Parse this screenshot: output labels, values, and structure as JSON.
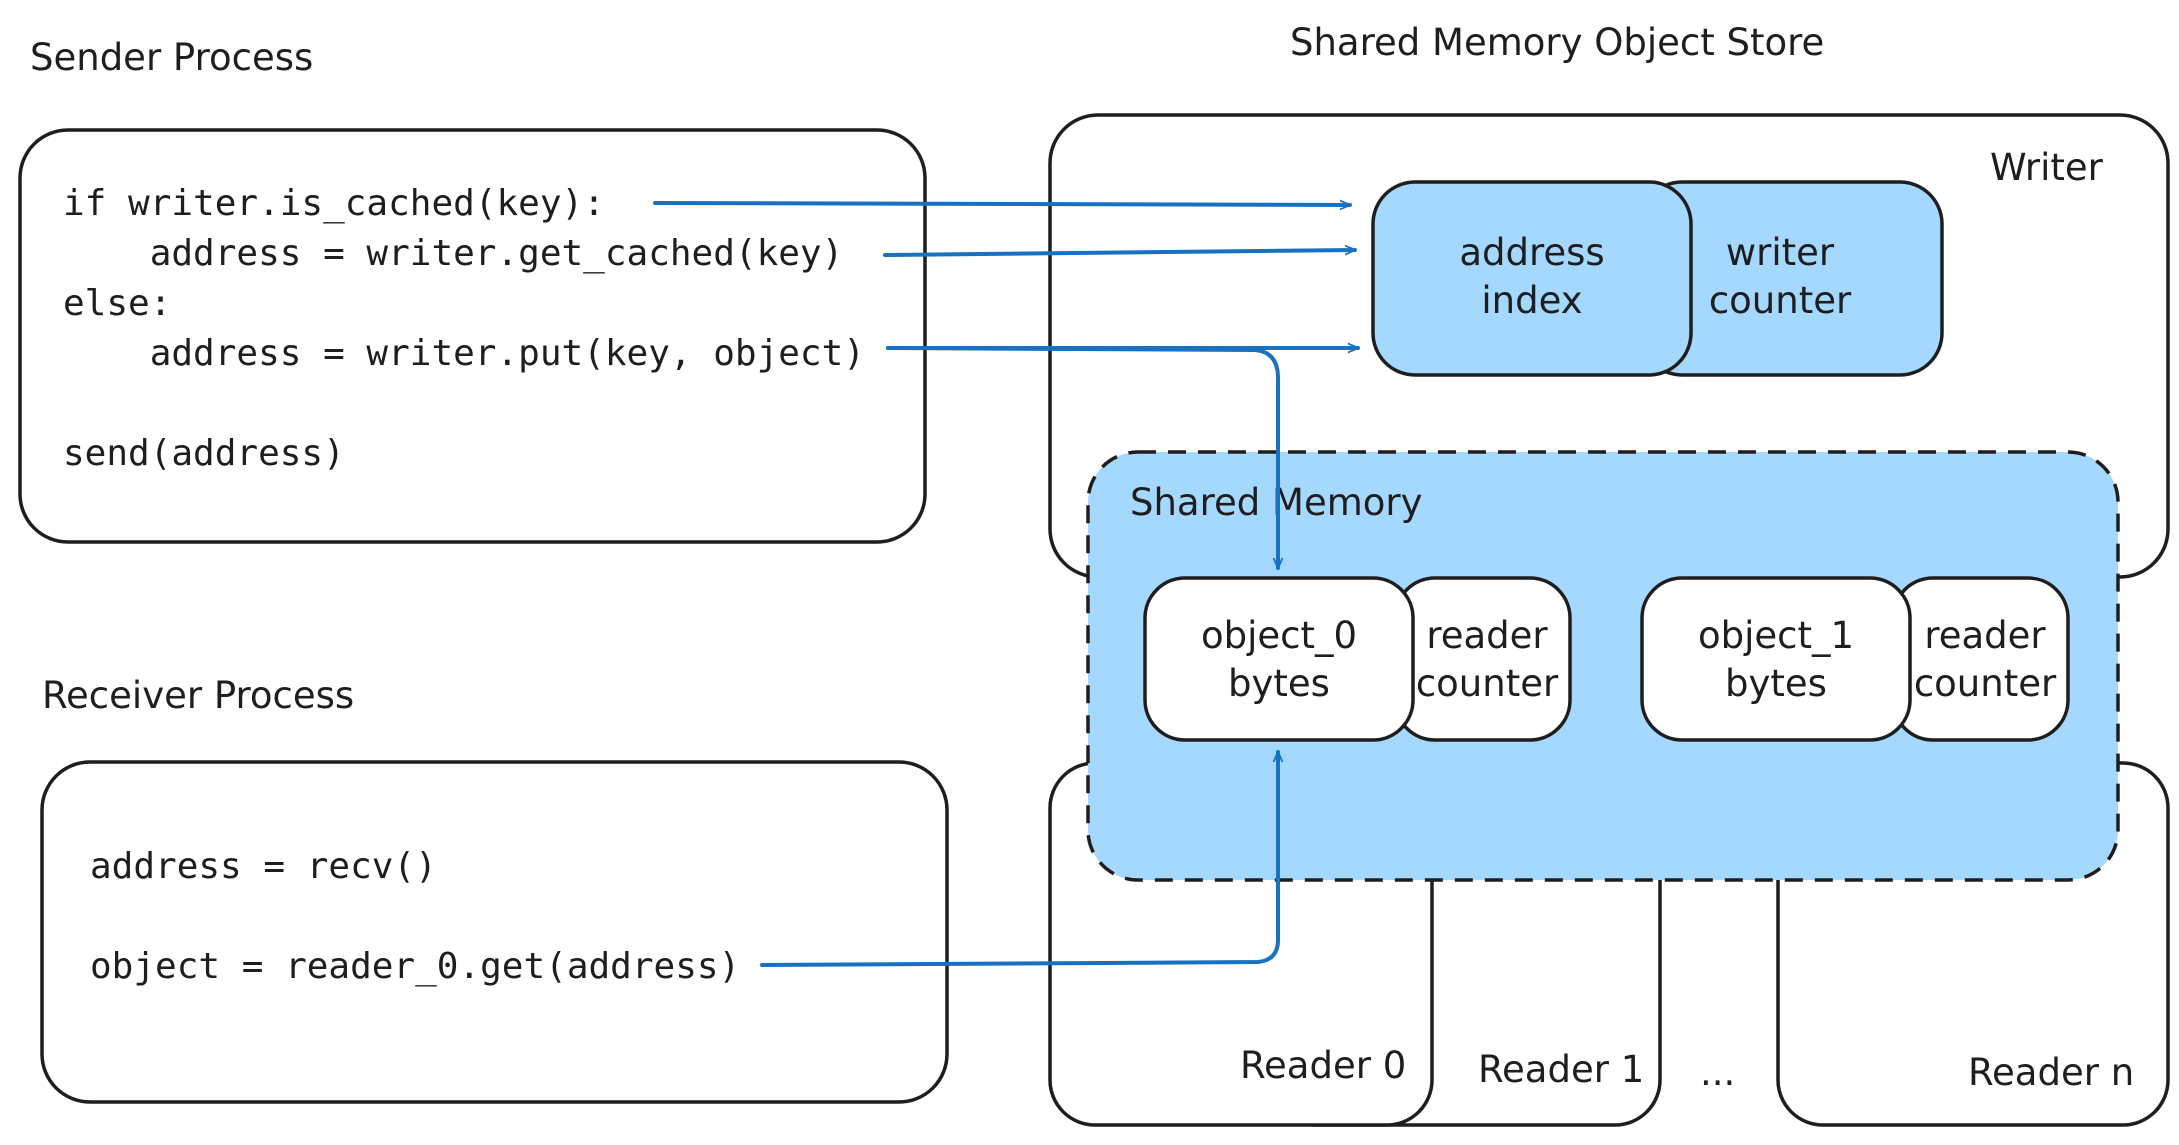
{
  "colors": {
    "arrow": "#1971c2",
    "fill": "#a5d8ff",
    "stroke": "#1e1e1e"
  },
  "sender": {
    "title": "Sender Process",
    "code": [
      "if writer.is_cached(key):",
      "    address = writer.get_cached(key)",
      "else:",
      "    address = writer.put(key, object)",
      "send(address)"
    ]
  },
  "receiver": {
    "title": "Receiver Process",
    "code": [
      "address = recv()",
      "object = reader_0.get(address)"
    ]
  },
  "store": {
    "title": "Shared Memory Object Store",
    "writer_label": "Writer",
    "address_index": [
      "address",
      "index"
    ],
    "writer_counter": [
      "writer",
      "counter"
    ],
    "shared_memory_label": "Shared Memory",
    "object0": [
      "object_0",
      "bytes"
    ],
    "object1": [
      "object_1",
      "bytes"
    ],
    "reader_counter": [
      "reader",
      "counter"
    ],
    "readers": [
      "Reader 0",
      "Reader 1",
      "...",
      "Reader n"
    ]
  }
}
